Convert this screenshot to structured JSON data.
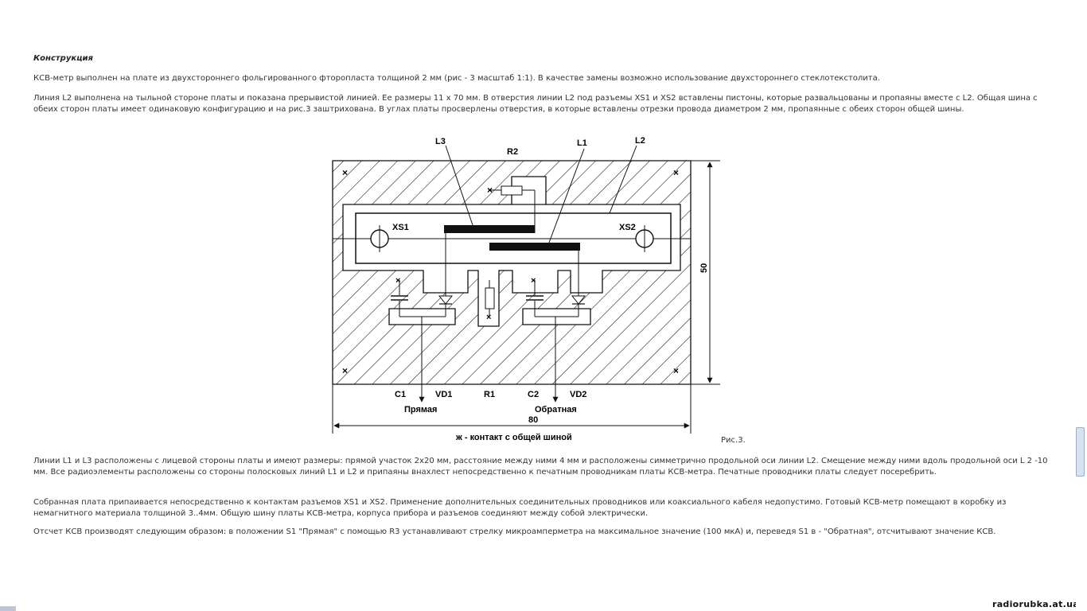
{
  "heading": "Конструкция",
  "paragraphs": {
    "p1": "КСВ-метр выполнен на плате из двухстороннего фольгированного фторопласта толщиной 2 мм (рис - 3 масштаб 1:1). В качестве замены возможно использование двухстороннего стеклотекстолита.",
    "p2": "Линия L2 выполнена на тыльной стороне платы и показана прерывистой линией. Ее размеры 11 х 70 мм. В отверстия линии L2 под разъемы XS1 и XS2 вставлены пистоны, которые развальцованы и пропаяны вместе с L2. Общая шина с обеих сторон платы имеет одинаковую конфигурацию и на рис.3 заштрихована. В углах платы просверлены отверстия, в которые вставлены отрезки провода диаметром 2 мм, пропаянные с обеих сторон общей шины.",
    "p3": "Линии L1 и L3 расположены с лицевой стороны платы и имеют размеры: прямой участок 2х20 мм, расстояние между ними 4 мм и расположены симметрично продольной оси линии L2. Смещение между ними вдоль продольной оси L 2 -10 мм. Все радиоэлементы расположены со стороны полосковых линий L1 и L2 и припаяны внахлест непосредственно к печатным проводникам платы КСВ-метра. Печатные проводники платы следует посеребрить.",
    "p4": "Собранная плата припаивается непосредственно к контактам разъемов XS1 и XS2. Применение дополнительных соединительных проводников или коаксиального кабеля недопустимо. Готовый КСВ-метр помещают в коробку из немагнитного материала толщиной 3..4мм. Общую шину платы КСВ-метра, корпуса прибора и разъемов соединяют между собой электрически.",
    "p5": "Отсчет КСВ производят следующим образом: в положении S1 \"Прямая\" с помощью R3 устанавливают стрелку микроамперметра на максимальное значение (100 мкА) и, переведя S1 в - \"Обратная\", отсчитывают значение КСВ."
  },
  "figure": {
    "caption": "Рис.3.",
    "labels": {
      "l3": "L3",
      "r2": "R2",
      "l1": "L1",
      "l2": "L2",
      "xs1": "XS1",
      "xs2": "XS2",
      "c1": "C1",
      "vd1": "VD1",
      "r1": "R1",
      "c2": "C2",
      "vd2": "VD2",
      "direct": "Прямая",
      "reverse": "Обратная",
      "dim_width": "80",
      "dim_height": "50",
      "legend": "ж - контакт с общей шиной"
    }
  },
  "watermark": "radiorubka.at.ua"
}
